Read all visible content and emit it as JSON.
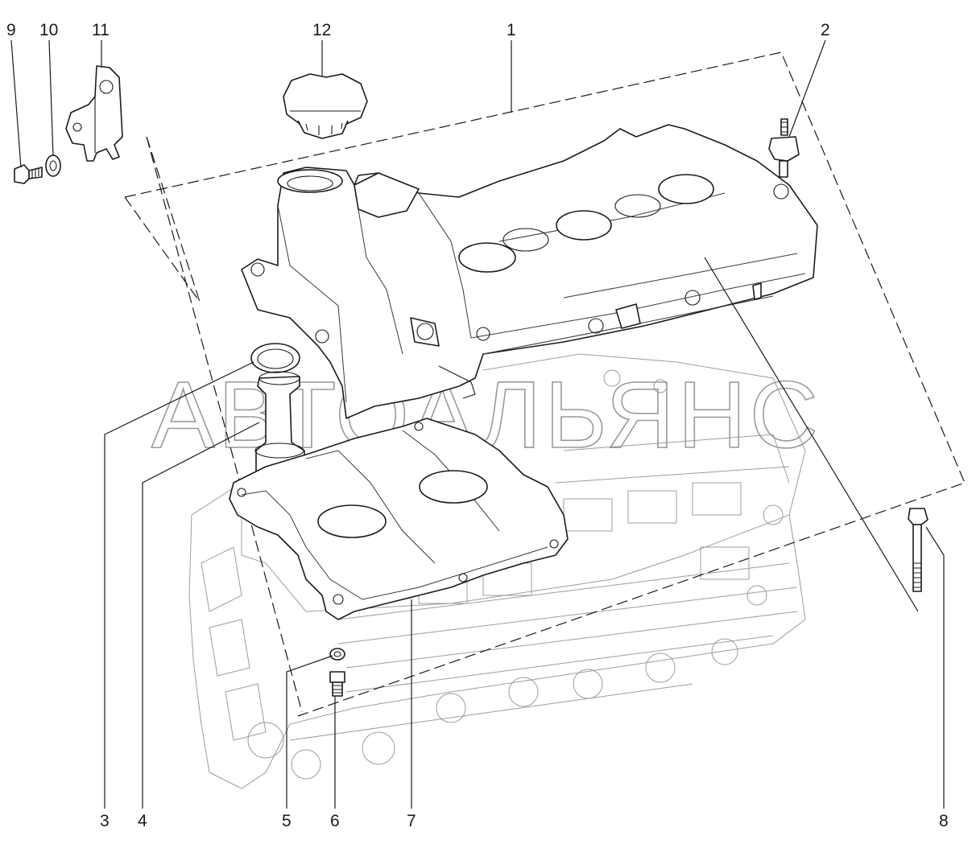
{
  "figure": {
    "watermark": "АВТОАЛЬЯНС",
    "callouts": [
      {
        "id": "1",
        "label": "1"
      },
      {
        "id": "2",
        "label": "2"
      },
      {
        "id": "3",
        "label": "3"
      },
      {
        "id": "4",
        "label": "4"
      },
      {
        "id": "5",
        "label": "5"
      },
      {
        "id": "6",
        "label": "6"
      },
      {
        "id": "7",
        "label": "7"
      },
      {
        "id": "8",
        "label": "8"
      },
      {
        "id": "9",
        "label": "9"
      },
      {
        "id": "10",
        "label": "10"
      },
      {
        "id": "11",
        "label": "11"
      },
      {
        "id": "12",
        "label": "12"
      }
    ]
  }
}
